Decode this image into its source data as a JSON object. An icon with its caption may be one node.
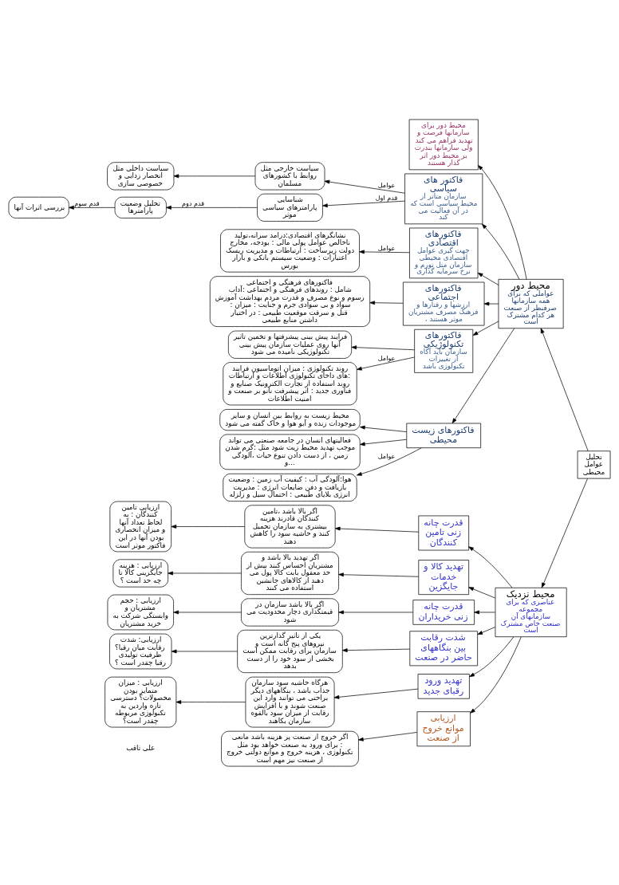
{
  "diagram": {
    "nodes": [
      {
        "text": [
          "محیط دور برای سازمانها فرصت و تهدید فراهم می کند ولی سازمانها بندرت بر محیط دور اثر گذار هستند"
        ]
      },
      {
        "text": [
          "فاکتور های سیاسی",
          "سازمان متاثر از محیط سیاسی است که در آن فعالیت می کند"
        ]
      },
      {
        "text": [
          "سیاست خارجی مثل روابط با کشورهای مسلمان"
        ]
      },
      {
        "text": [
          "سیاست داخلی مثل انحصار زدایی و خصوصی سازی"
        ]
      },
      {
        "text": [
          "شناسایی پارامترهای سیاسی موثر"
        ]
      },
      {
        "text": [
          "تحلیل وضعیت پارامترها"
        ]
      },
      {
        "text": [
          "بررسی اثرات آنها"
        ]
      },
      {
        "text": [
          "محیط دور",
          "عواملی که برای همه سازمانها صرفنظر از صنعت هر کدام مشترک است"
        ]
      },
      {
        "text": [
          "فاکتورهای اقتصادی",
          "جهت گیری عوامل اقتصادی محیطی سازمان مثل تورم و نرخ سرمایه گذاری"
        ]
      },
      {
        "text": [
          "نشانگرهای اقتصادی:درامد سرانه،تولید ناخالص عوامل پولی مالی : بودجه، مخارج دولت زیرساخت : ارتباطات و مدیریت ریسک اعتبارات : وضعیت سیستم بانکی و بازار بورس"
        ]
      },
      {
        "text": [
          "فاکتورهای اجتماعی",
          "ارزشها و رفتارها و فرهنگ مصرف مشتریان ، موثر هستند"
        ]
      },
      {
        "text": [
          "فاکتورهای فرهنگی و اجتماعی",
          "شامل : روندهای فرهنگی و اجتماعی :آداب رسوم و نوع مصرف و قدرت مردم بهداشت آموزش : سواد و بی سوادی جرم و جنایت : میزان قتل و سرقت موقعیت طبیعی : در اختیار داشتن منابع طبیعی"
        ]
      },
      {
        "text": [
          "فاکتورهای تکنولوژیکی",
          "سازمان باید آگاه از تغییرات تکنولوژی باشد"
        ]
      },
      {
        "text": [
          "فرایند پیش بینی پیشرفتها و تخمین تاثیر آنها روی عملیات سازمان پیش بینی تکنولوژیکی نامیده می شود"
        ]
      },
      {
        "text": [
          "روند تکنولوژی : میزان اتوماسیون فرایند های داخای تکنولوژی اطلاعات و ارتباطات: روند استفاده از تجارت الکترونیک صنایع و فناوری جدید : اثر پیشرفت نانو بر صنعت و امنیت اطلاعات"
        ]
      },
      {
        "text": [
          "تحلیل عوامل محیطی"
        ]
      },
      {
        "text": [
          "فاکتورهای زیست محیطی"
        ]
      },
      {
        "text": [
          "محیط زیست به روابط بین انسان و سایر موجودات زنده و آبو هوا و خاک گفته می شود"
        ]
      },
      {
        "text": [
          "فعالیتهای انسان در جامعه صنعتی می تواند موجب تهدید محیط زیت شود مثل :گرم شدن زمین ، از دست دادن تنوع حیات ،آلودگی و..."
        ]
      },
      {
        "text": [
          "هوا:آلودگی آب : کیفیت آب زمین : وضعیت بازیافت و دفن ضایعات انرژی : مدیریت انرژی بلایای طبیعی : احتمال سیل و زلزله"
        ]
      },
      {
        "text": [
          "قدرت چانه زنی تامین کنندگان"
        ]
      },
      {
        "text": [
          "اگر بالا باشد ،تامین کنندگان قادرند هزینه بیشتری به سازمان تحمیل کنند و حاشیه سود را کاهش دهند"
        ]
      },
      {
        "text": [
          "ارزیابی تامین کنندگان : به لحاظ تعداد آنها و میزان انحصاری بودن آنها در این فاکتور موثر است"
        ]
      },
      {
        "text": [
          "تهدید کالا و خدمات جایگزین"
        ]
      },
      {
        "text": [
          "اگر تهدید بالا باشد و مشتریان احساس کنند بیش از حد معقول بابت کالا پول می دهند از کالاهای جانشین استفاده می کنند"
        ]
      },
      {
        "text": [
          "ارزیابی : هزینه جایگزینی کالا تا چه حد است ؟"
        ]
      },
      {
        "text": [
          "قدرت چانه زنی خریداران"
        ]
      },
      {
        "text": [
          "اگر بالا باشد سازمان در قیمتگذاری دچار محدودیت می شود"
        ]
      },
      {
        "text": [
          "ارزیابی : حجم مشتریان و وابستگی شرکت به خرید مشتریان"
        ]
      },
      {
        "text": [
          "محیط نزدیک",
          "عناصری که برای مجموعه سازمانهای آن صنعت خاص مشترک است"
        ]
      },
      {
        "text": [
          "شدت رقابت بین بنگاههای حاضر در صنعت"
        ]
      },
      {
        "text": [
          "یکی از تاثیر گذارترین نیروهای پنج گانه است و سازمان برای رقابت ممکن است بخشی از سود خود را از دست بدهد"
        ]
      },
      {
        "text": [
          "ارزیابی: شدت رقابت میان رقبا؟ ظرفیت تولیدی رقبا چقدر است ؟"
        ]
      },
      {
        "text": [
          "تهدید ورود رقبای جدید"
        ]
      },
      {
        "text": [
          "هرگاه حاشیه سود سازمان جذاب باشد ، بنگاههای دیگر براحتی می توانند وارد این صنعت شوند و با افزایش رقابت از میزان سود بالقوه سازمان بکاهند"
        ]
      },
      {
        "text": [
          "ارزیابی : میزان متمایز بودن محصولات؟ دسترسی تازه واردین به تکنولوژی مربوطه چقدر است؟"
        ]
      },
      {
        "text": [
          "ارزیابی موانع خروج از صنعت"
        ]
      },
      {
        "text": [
          "اگر خروج از صنعت پر هزینه باشد مانعی برای ورود به صنعت خواهد بود مثل : تکنولوژی ، هزینه خروج و موانع دولتی خروج از صنعت نیز مهم است"
        ]
      }
    ],
    "edges": [
      {
        "from": 15,
        "to": 7,
        "arrow": "to"
      },
      {
        "from": 15,
        "to": 29,
        "arrow": "to"
      },
      {
        "from": 7,
        "to": 0,
        "arrow": "to"
      },
      {
        "from": 7,
        "to": 1,
        "arrow": "to"
      },
      {
        "from": 7,
        "to": 8,
        "arrow": "to"
      },
      {
        "from": 7,
        "to": 10,
        "arrow": "to"
      },
      {
        "from": 7,
        "to": 12,
        "arrow": "to"
      },
      {
        "from": 7,
        "to": 16,
        "arrow": "to"
      },
      {
        "from": 1,
        "to": 2,
        "arrow": "to",
        "label": "عوامل"
      },
      {
        "from": 2,
        "to": 3,
        "arrow": "to"
      },
      {
        "from": 1,
        "to": 4,
        "arrow": "to",
        "label": "قدم اول"
      },
      {
        "from": 4,
        "to": 5,
        "arrow": "to",
        "label": "قدم دوم"
      },
      {
        "from": 5,
        "to": 6,
        "arrow": "to",
        "label": "قدم سوم"
      },
      {
        "from": 8,
        "to": 9,
        "arrow": "to",
        "label": "عوامل"
      },
      {
        "from": 10,
        "to": 11,
        "arrow": "to"
      },
      {
        "from": 12,
        "to": 13,
        "arrow": "to"
      },
      {
        "from": 12,
        "to": 14,
        "arrow": "to",
        "label": "عوامل"
      },
      {
        "from": 16,
        "to": 17,
        "arrow": "to"
      },
      {
        "from": 16,
        "to": 18,
        "arrow": "to"
      },
      {
        "from": 16,
        "to": 19,
        "arrow": "to",
        "label": "عوامل"
      },
      {
        "from": 29,
        "to": 20,
        "arrow": "to"
      },
      {
        "from": 29,
        "to": 23,
        "arrow": "to"
      },
      {
        "from": 29,
        "to": 26,
        "arrow": "to"
      },
      {
        "from": 29,
        "to": 30,
        "arrow": "to"
      },
      {
        "from": 29,
        "to": 33,
        "arrow": "to"
      },
      {
        "from": 29,
        "to": 36,
        "arrow": "to"
      },
      {
        "from": 20,
        "to": 21,
        "arrow": "to"
      },
      {
        "from": 21,
        "to": 22,
        "arrow": "to"
      },
      {
        "from": 23,
        "to": 24,
        "arrow": "to"
      },
      {
        "from": 24,
        "to": 25,
        "arrow": "to"
      },
      {
        "from": 26,
        "to": 27,
        "arrow": "to"
      },
      {
        "from": 27,
        "to": 28,
        "arrow": "to"
      },
      {
        "from": 30,
        "to": 31,
        "arrow": "to"
      },
      {
        "from": 31,
        "to": 32,
        "arrow": "to"
      },
      {
        "from": 33,
        "to": 34,
        "arrow": "to"
      },
      {
        "from": 34,
        "to": 35,
        "arrow": "to"
      },
      {
        "from": 36,
        "to": 37,
        "arrow": "to"
      }
    ],
    "labels": [
      "علی ثاقب"
    ]
  }
}
